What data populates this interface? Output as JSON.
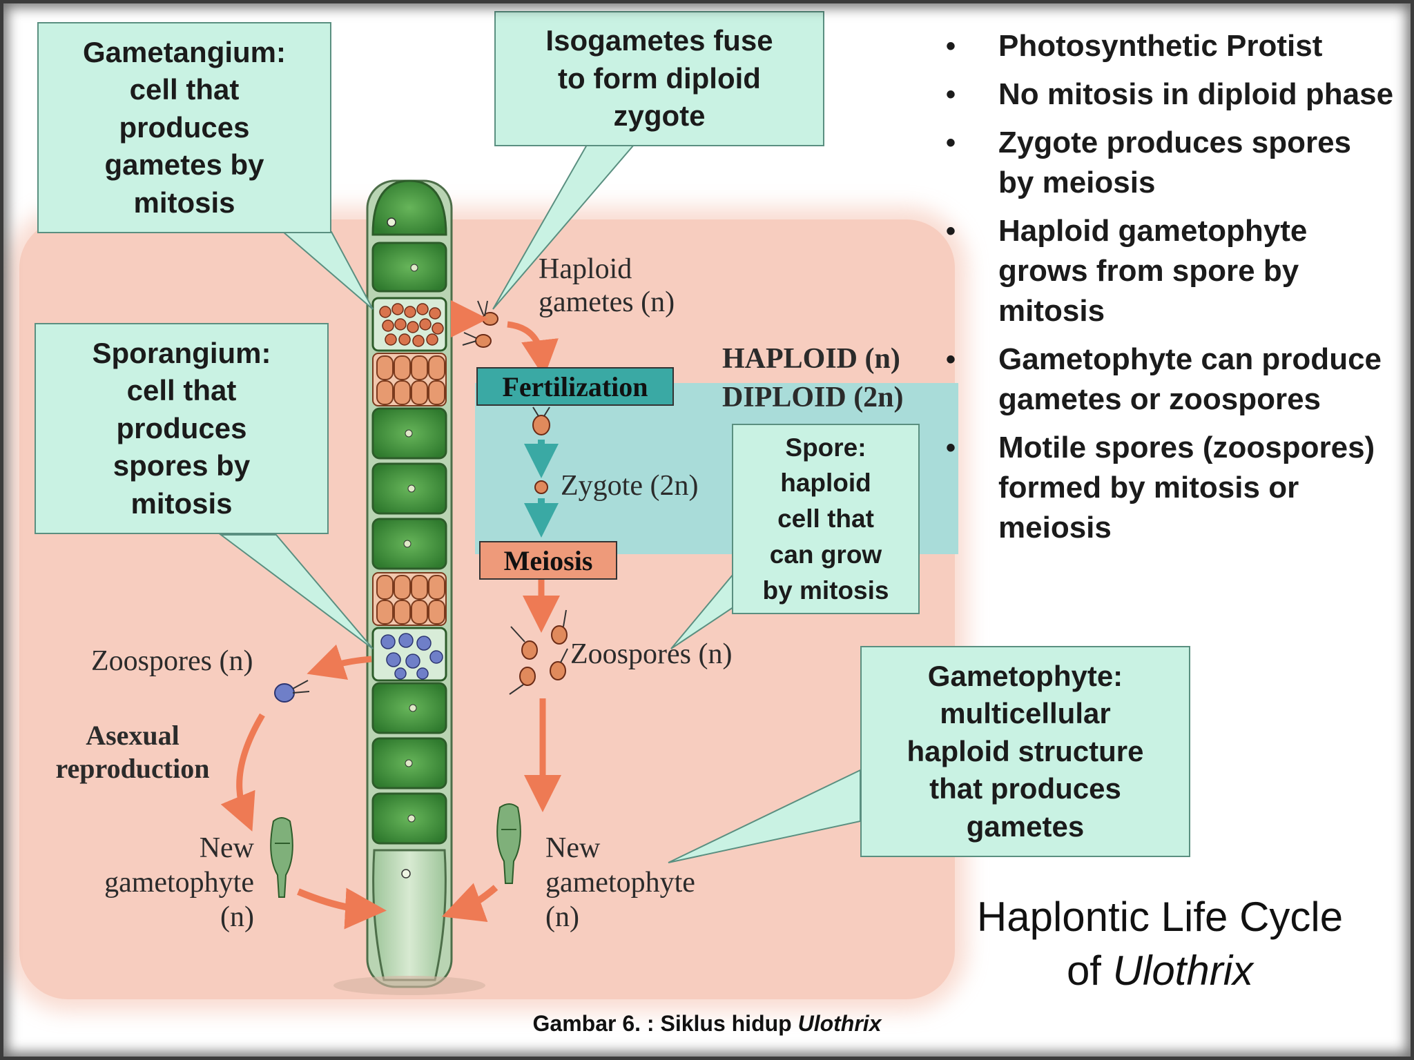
{
  "callouts": {
    "gametangium": [
      "Gametangium:",
      "cell that",
      "produces",
      "gametes by",
      "mitosis"
    ],
    "isogametes": [
      "Isogametes fuse",
      "to form diploid",
      "zygote"
    ],
    "sporangium": [
      "Sporangium:",
      "cell that",
      "produces",
      "spores by",
      "mitosis"
    ],
    "spore": [
      "Spore:",
      "haploid",
      "cell that",
      "can grow",
      "by mitosis"
    ],
    "gametophyte": [
      "Gametophyte:",
      "multicellular",
      "haploid structure",
      "that produces",
      "gametes"
    ]
  },
  "diagram_labels": {
    "haploid_gametes_1": "Haploid",
    "haploid_gametes_2": "gametes (n)",
    "fertilization": "Fertilization",
    "haploid_phase": "HAPLOID (n)",
    "diploid_phase": "DIPLOID (2n)",
    "zygote": "Zygote (2n)",
    "meiosis": "Meiosis",
    "zoospores_right": "Zoospores (n)",
    "zoospores_left": "Zoospores (n)",
    "asexual_1": "Asexual",
    "asexual_2": "reproduction",
    "new_gametophyte_left": [
      "New",
      "gametophyte",
      "(n)"
    ],
    "new_gametophyte_right": [
      "New",
      "gametophyte",
      "(n)"
    ]
  },
  "bullets": [
    "Photosynthetic Protist",
    "No mitosis in diploid phase",
    "Zygote produces spores by meiosis",
    "Haploid gametophyte grows from spore by mitosis",
    "Gametophyte can produce gametes or zoospores",
    "Motile spores (zoospores) formed by mitosis or meiosis"
  ],
  "title_line1": "Haplontic Life Cycle",
  "title_line2_prefix": "of ",
  "title_line2_italic": "Ulothrix",
  "caption_prefix": "Gambar 6. : Siklus hidup ",
  "caption_italic": "Ulothrix",
  "colors": {
    "callout_fill": "#c9f2e3",
    "haploid_background": "#f7cdbf",
    "diploid_band": "#a9dcd9",
    "arrow_orange": "#ee7a54",
    "arrow_teal": "#3aa9a4",
    "filament_green": "#3f8f3a",
    "gamete_orange": "#e08a5c",
    "zoospore_blue": "#6f7fc8"
  }
}
